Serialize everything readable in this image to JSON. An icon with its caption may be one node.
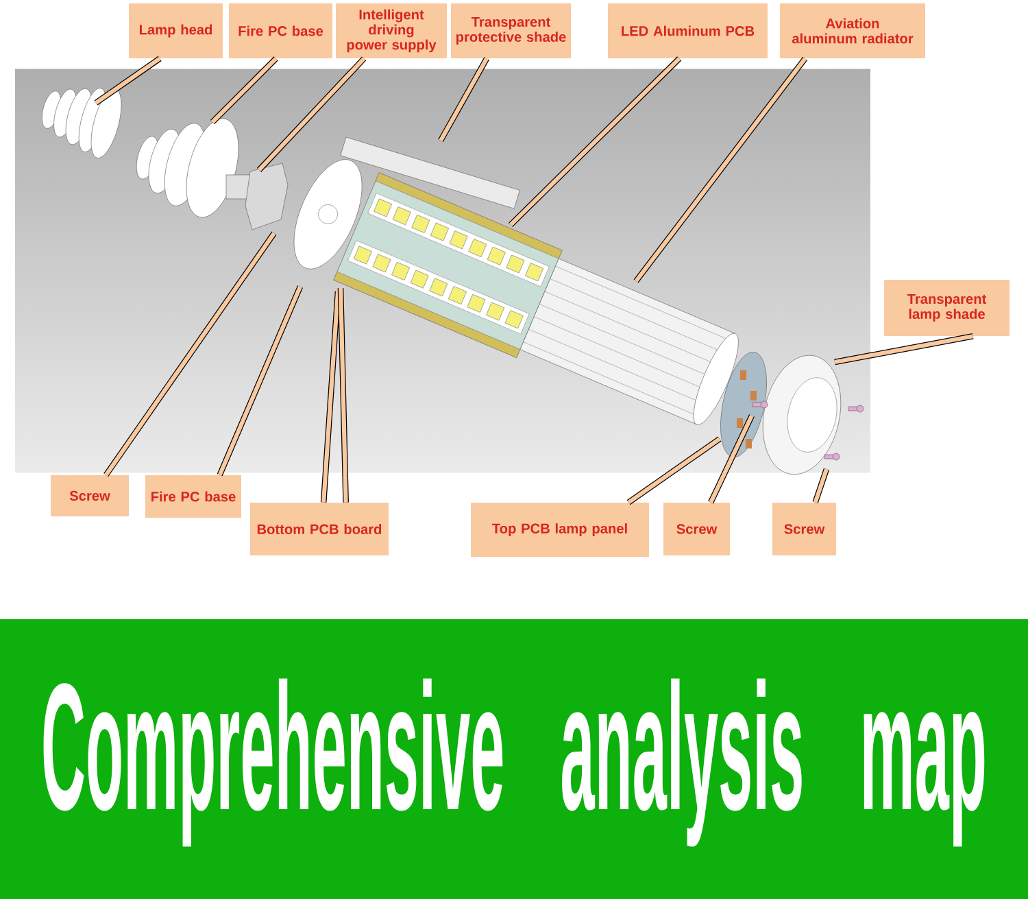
{
  "diagram": {
    "title": "Comprehensive analysis map",
    "nodes": [
      {
        "text": [
          "Lamp head"
        ]
      },
      {
        "text": [
          "Fire PC base"
        ]
      },
      {
        "text": [
          "Intelligent driving power supply"
        ]
      },
      {
        "text": [
          "Transparent protective shade"
        ]
      },
      {
        "text": [
          "LED  Aluminum PCB"
        ]
      },
      {
        "text": [
          "Aviation aluminum radiator"
        ]
      },
      {
        "text": [
          "Transparent lamp shade"
        ]
      },
      {
        "text": [
          "Screw"
        ]
      },
      {
        "text": [
          "Fire PC base"
        ]
      },
      {
        "text": [
          "Bottom PCB board"
        ]
      },
      {
        "text": [
          "Top PCB lamp panel"
        ]
      },
      {
        "text": [
          "Screw"
        ]
      },
      {
        "text": [
          "Screw"
        ]
      }
    ],
    "edges": [
      {
        "from": 0,
        "to": null,
        "arrow": "none"
      },
      {
        "from": 1,
        "to": null,
        "arrow": "none"
      },
      {
        "from": 2,
        "to": null,
        "arrow": "none"
      },
      {
        "from": 3,
        "to": null,
        "arrow": "none"
      },
      {
        "from": 4,
        "to": null,
        "arrow": "none"
      },
      {
        "from": 5,
        "to": null,
        "arrow": "none"
      },
      {
        "from": 6,
        "to": null,
        "arrow": "none"
      },
      {
        "from": 7,
        "to": null,
        "arrow": "none"
      },
      {
        "from": 8,
        "to": null,
        "arrow": "none"
      },
      {
        "from": 9,
        "to": null,
        "arrow": "none"
      },
      {
        "from": 9,
        "to": null,
        "arrow": "none"
      },
      {
        "from": 10,
        "to": null,
        "arrow": "none"
      },
      {
        "from": 11,
        "to": null,
        "arrow": "none"
      },
      {
        "from": 12,
        "to": null,
        "arrow": "none"
      }
    ]
  }
}
